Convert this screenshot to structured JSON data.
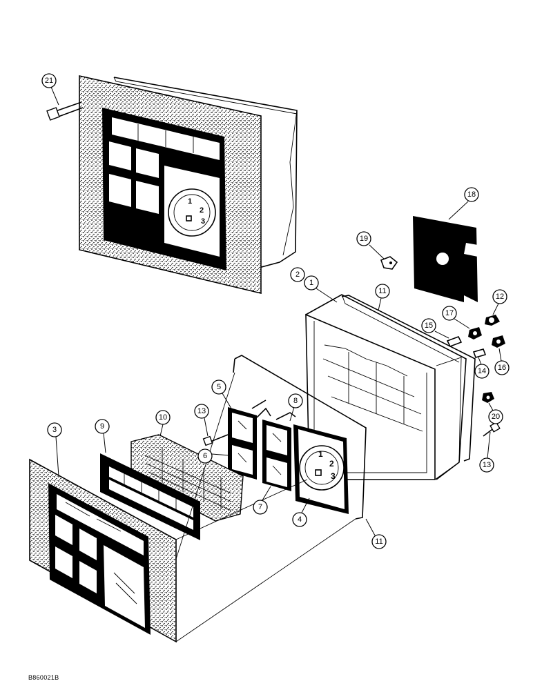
{
  "figure_code": "B860021B",
  "callouts": [
    "21",
    "18",
    "19",
    "2",
    "1",
    "11",
    "12",
    "17",
    "15",
    "14",
    "16",
    "20",
    "13",
    "5",
    "8",
    "13",
    "10",
    "9",
    "3",
    "6",
    "7",
    "4",
    "11"
  ],
  "gauge": {
    "numerals": [
      "1",
      "2",
      "3"
    ]
  },
  "colors": {
    "ink": "#000000",
    "paper": "#ffffff",
    "stipple": "#8a8a8a"
  }
}
